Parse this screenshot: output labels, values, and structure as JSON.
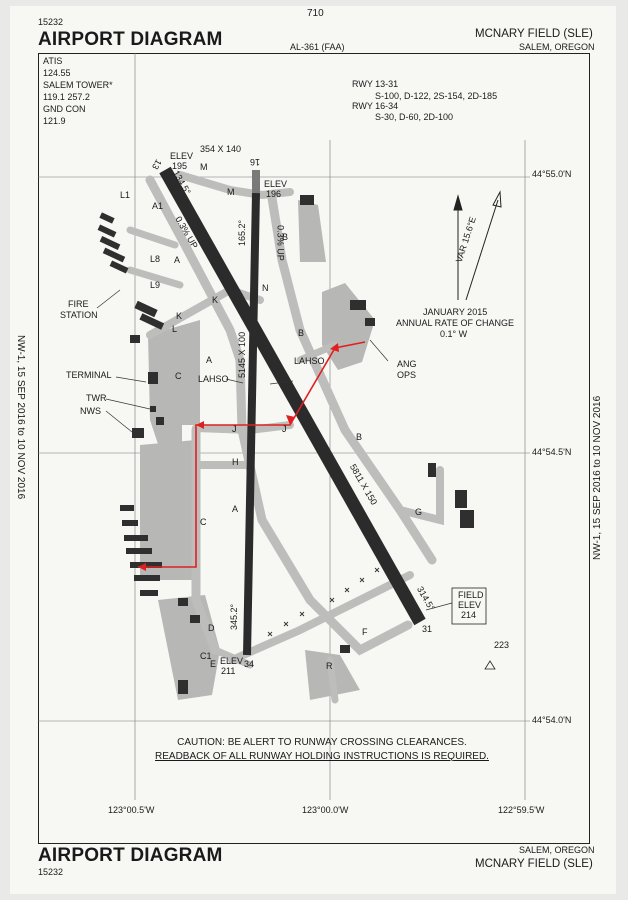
{
  "header": {
    "doc_number_top": "15232",
    "page_number": "710",
    "title_top": "AIRPORT DIAGRAM",
    "airport_name_top": "MCNARY FIELD (SLE)",
    "location_top": "SALEM, OREGON",
    "faa_id": "AL-361 (FAA)"
  },
  "frequencies": {
    "atis_label": "ATIS",
    "atis_freq": "124.55",
    "tower_label": "SALEM TOWER*",
    "tower_freq": "119.1  257.2",
    "gnd_label": "GND CON",
    "gnd_freq": "121.9"
  },
  "runway_info": {
    "rwy1_label": "RWY 13-31",
    "rwy1_strength": "S-100, D-122, 2S-154, 2D-185",
    "rwy2_label": "RWY 16-34",
    "rwy2_strength": "S-30, D-60, 2D-100"
  },
  "coordinates": {
    "lat_top": "44°55.0'N",
    "lat_mid": "44°54.5'N",
    "lat_bottom": "44°54.0'N",
    "lon_left": "123°00.5'W",
    "lon_mid": "123°00.0'W",
    "lon_right": "122°59.5'W"
  },
  "side_dates": {
    "left": "NW-1,   15 SEP 2016   to   10 NOV 2016",
    "right": "NW-1,   15 SEP 2016   to   10 NOV 2016"
  },
  "magnetic": {
    "var": "VAR 15.6°E",
    "date": "JANUARY 2015",
    "change_label": "ANNUAL RATE OF CHANGE",
    "change_value": "0.1° W"
  },
  "labels": {
    "elev13_label": "ELEV",
    "elev13_value": "195",
    "rwy13": "13",
    "rwy13_heading": "134.5°",
    "rwy16_dims": "354 X 140",
    "rwy16": "16",
    "elev16_label": "ELEV",
    "elev16_value": "196",
    "rwy16_heading": "165.2°",
    "rwy16_grade": "0.3% UP",
    "rwy13_grade": "0.3% UP",
    "rwy16_length": "5145 X 100",
    "rwy13_length": "5811 X 150",
    "rwy34_heading": "345.2°",
    "rwy34": "34",
    "elev34_label": "ELEV",
    "elev34_value": "211",
    "rwy31": "31",
    "rwy31_heading": "314.5°",
    "field_elev_label1": "FIELD",
    "field_elev_label2": "ELEV",
    "field_elev_value": "214",
    "spot_elev": "223",
    "fire_station_1": "FIRE",
    "fire_station_2": "STATION",
    "terminal": "TERMINAL",
    "twr": "TWR",
    "nws": "NWS",
    "lahso_1": "LAHSO",
    "lahso_2": "LAHSO",
    "ang_1": "ANG",
    "ang_2": "OPS",
    "twy_a_1": "A",
    "twy_a_2": "A",
    "twy_a_3": "A",
    "twy_a1": "A1",
    "twy_b_1": "B",
    "twy_b_2": "B",
    "twy_b_3": "B",
    "twy_c_1": "C",
    "twy_c_2": "C",
    "twy_c1": "C1",
    "twy_d": "D",
    "twy_e": "E",
    "twy_f": "F",
    "twy_g": "G",
    "twy_h": "H",
    "twy_j_1": "J",
    "twy_j_2": "J",
    "twy_k_1": "K",
    "twy_k_2": "K",
    "twy_l_1": "L",
    "twy_l1": "L1",
    "twy_l8": "L8",
    "twy_l9": "L9",
    "twy_m_1": "M",
    "twy_m_2": "M",
    "twy_n": "N",
    "twy_r": "R"
  },
  "caution": {
    "line1": "CAUTION: BE ALERT TO RUNWAY CROSSING CLEARANCES.",
    "line2": "READBACK OF ALL RUNWAY HOLDING INSTRUCTIONS IS REQUIRED."
  },
  "footer": {
    "title_bottom": "AIRPORT DIAGRAM",
    "doc_number_bottom": "15232",
    "location_bottom": "SALEM, OREGON",
    "airport_name_bottom": "MCNARY FIELD (SLE)"
  },
  "colors": {
    "runway": "#2b2b2b",
    "taxiway": "#bdbdbb",
    "apron": "#b5b5b3",
    "building": "#2f2f2f",
    "route": "#e02020"
  }
}
